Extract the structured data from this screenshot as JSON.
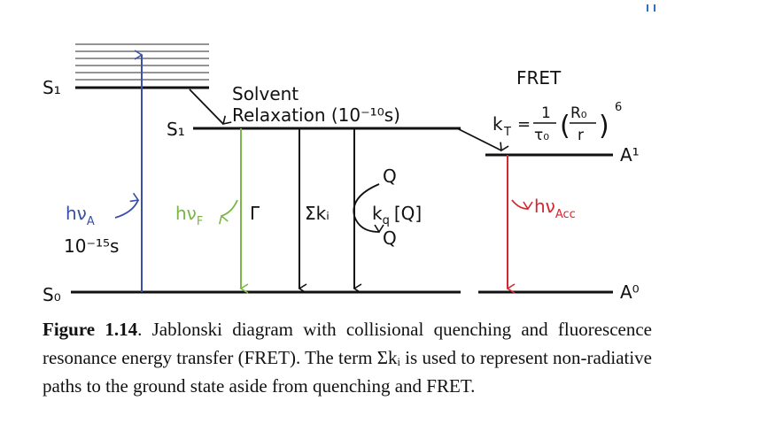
{
  "diagram": {
    "s1_upper": "S₁",
    "s1_relaxed": "S₁",
    "s0": "S₀",
    "solvent": "Solvent",
    "relaxation": "Relaxation (10⁻¹⁰s)",
    "fret_title": "FRET",
    "kt_rate": "k",
    "kt_sub": "T",
    "kt_eq": "=",
    "kt_num": "1",
    "kt_den": "τ₀",
    "kt_r0": "R₀",
    "kt_r": "r",
    "kt_exp": "6",
    "a1": "A¹",
    "a0": "A⁰",
    "hv_a": "hν",
    "hv_a_sub": "A",
    "abs_time": "10⁻¹⁵s",
    "hv_f": "hν",
    "hv_f_sub": "F",
    "gamma": "Γ",
    "sum_ki": "Σkᵢ",
    "q_top": "Q",
    "q_bottom": "Q",
    "kq": "k",
    "kq_sub": "q",
    "kq_conc": "[Q]",
    "hv_acc": "hν",
    "hv_acc_sub": "Acc"
  },
  "caption": {
    "label": "Figure 1.14",
    "text": ". Jablonski diagram with collisional quenching and fluorescence resonance energy transfer (FRET). The term Σkᵢ is used to represent non-radiative paths to the ground state aside from quenching and FRET."
  },
  "colors": {
    "absorption": "#3a4fa8",
    "fluorescence": "#7ab648",
    "acceptor": "#d8252f",
    "lines": "#111111"
  }
}
